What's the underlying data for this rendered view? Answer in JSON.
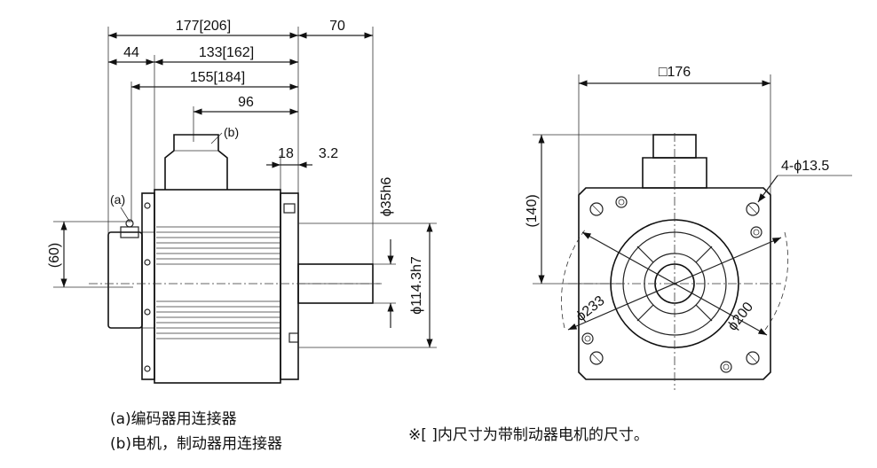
{
  "side_view": {
    "dim_overall": "177[206]",
    "dim_shaft_length": "70",
    "dim_44": "44",
    "dim_133": "133[162]",
    "dim_155": "155[184]",
    "dim_96": "96",
    "dim_18": "18",
    "dim_3_2": "3.2",
    "dim_shaft_dia": "ϕ35h6",
    "dim_spigot_dia": "ϕ114.3h7",
    "dim_60": "(60)",
    "label_a": "(a)",
    "label_b": "(b)"
  },
  "front_view": {
    "dim_square": "□176",
    "dim_140": "(140)",
    "dim_holes": "4-ϕ13.5",
    "dim_233": "ϕ233",
    "dim_200": "ϕ200"
  },
  "notes": {
    "note_a": "(a)编码器用连接器",
    "note_b": "(b)电机，制动器用连接器",
    "note_bracket": "※[ ]内尺寸为带制动器电机的尺寸。"
  }
}
